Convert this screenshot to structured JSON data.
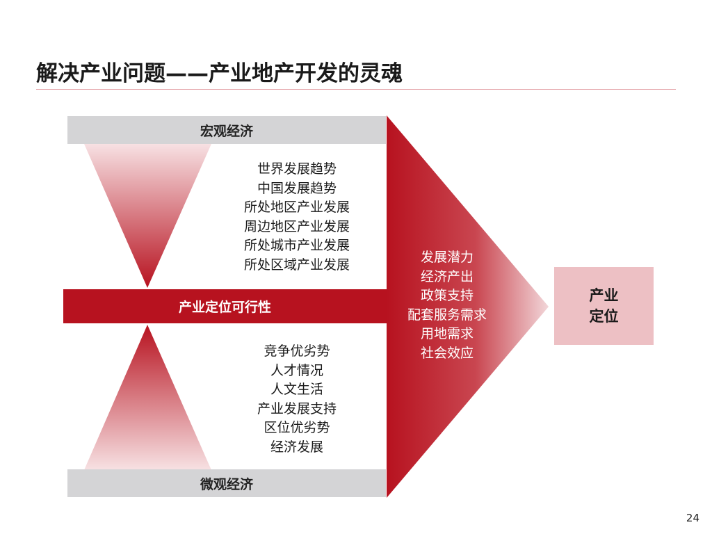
{
  "title": "解决产业问题——产业地产开发的灵魂",
  "macro_label": "宏观经济",
  "micro_label": "微观经济",
  "center_label": "产业定位可行性",
  "macro_factors": [
    "世界发展趋势",
    "中国发展趋势",
    "所处地区产业发展",
    "周边地区产业发展",
    "所处城市产业发展",
    "所处区域产业发展"
  ],
  "micro_factors": [
    "竞争优劣势",
    "人才情况",
    "人文生活",
    "产业发展支持",
    "区位优劣势",
    "经济发展"
  ],
  "arrow_items": [
    "发展潜力",
    "经济产出",
    "政策支持",
    "配套服务需求",
    "用地需求",
    "社会效应"
  ],
  "result": {
    "line1": "产业",
    "line2": "定位"
  },
  "page_number": "24",
  "colors": {
    "accent_red": "#b7121f",
    "light_pink": "#edc0c4",
    "gray_bar": "#d4d4d6"
  }
}
